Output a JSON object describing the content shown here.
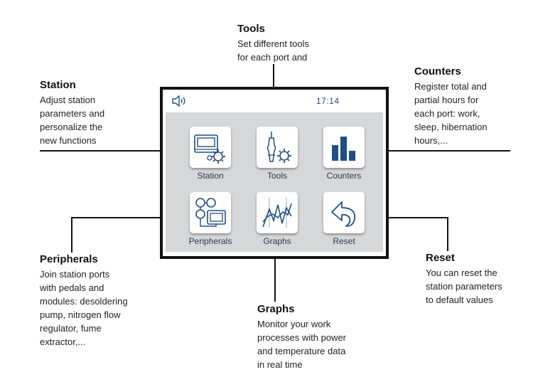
{
  "callouts": {
    "tools": {
      "title": "Tools",
      "desc": "Set different tools\nfor each port and"
    },
    "station": {
      "title": "Station",
      "desc": "Adjust station\nparameters and\npersonalize the\nnew functions"
    },
    "counters": {
      "title": "Counters",
      "desc": "Register total and\npartial hours for\neach port: work,\nsleep, hibernation\nhours,..."
    },
    "peripherals": {
      "title": "Peripherals",
      "desc": "Join station ports\nwith pedals and\nmodules: desoldering\npump, nitrogen flow\nregulator, fume\nextractor,..."
    },
    "reset": {
      "title": "Reset",
      "desc": "You can reset the\nstation parameters\nto default values"
    },
    "graphs": {
      "title": "Graphs",
      "desc": "Monitor your work\nprocesses with power\nand temperature data\nin real time"
    }
  },
  "device": {
    "time": "17:14",
    "tiles": [
      {
        "label": "Station",
        "icon": "station-icon"
      },
      {
        "label": "Tools",
        "icon": "tools-icon"
      },
      {
        "label": "Counters",
        "icon": "counters-icon"
      },
      {
        "label": "Peripherals",
        "icon": "peripherals-icon"
      },
      {
        "label": "Graphs",
        "icon": "graphs-icon"
      },
      {
        "label": "Reset",
        "icon": "reset-icon"
      }
    ]
  },
  "colors": {
    "icon": "#1f4e84",
    "screen": "#d6d7d9",
    "bezel": "#111111"
  }
}
